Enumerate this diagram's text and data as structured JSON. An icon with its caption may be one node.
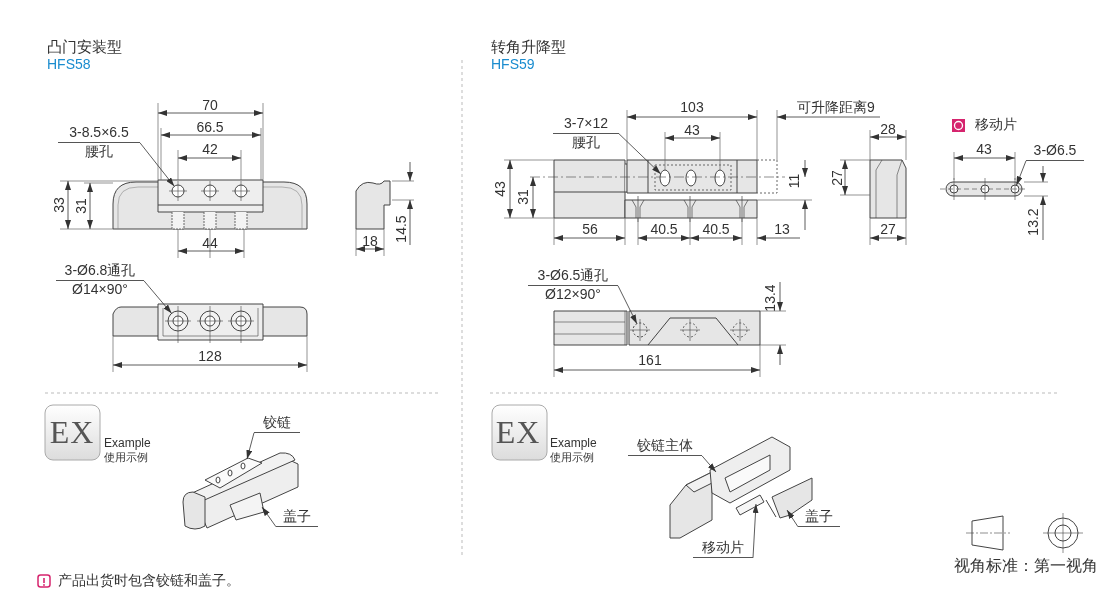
{
  "diagram": {
    "nodes": [
      {
        "text": [
          "3-8.5×6.5",
          "腰孔"
        ]
      },
      {
        "text": [
          "3-Ø6.8通孔",
          "Ø14×90°"
        ]
      },
      {
        "text": [
          "3-7×12",
          "腰孔"
        ]
      },
      {
        "text": [
          "3-Ø6.5通孔",
          "Ø12×90°"
        ]
      },
      {
        "text": [
          "3-Ø6.5"
        ]
      },
      {
        "text": [
          "铰链"
        ]
      },
      {
        "text": [
          "盖子"
        ]
      },
      {
        "text": [
          "铰链主体"
        ]
      },
      {
        "text": [
          "盖子"
        ]
      },
      {
        "text": [
          "移动片"
        ]
      },
      {
        "text": [],
        "shape": "circle"
      },
      {
        "text": [],
        "shape": "circle"
      },
      {
        "text": [],
        "shape": "circle"
      },
      {
        "text": [],
        "shape": "circle"
      },
      {
        "text": [],
        "shape": "circle"
      },
      {
        "text": [],
        "shape": "picture"
      },
      {
        "text": [],
        "shape": "picture"
      },
      {
        "text": [],
        "shape": "picture"
      },
      {
        "text": [],
        "shape": "picture"
      },
      {
        "text": [],
        "shape": "picture"
      }
    ],
    "edges": [
      {
        "from": 0,
        "to": 10,
        "arrow": "to"
      },
      {
        "from": 1,
        "to": 11,
        "arrow": "to"
      },
      {
        "from": 2,
        "to": 12,
        "arrow": "to"
      },
      {
        "from": 3,
        "to": 13,
        "arrow": "to"
      },
      {
        "from": 4,
        "to": 14,
        "arrow": "to"
      },
      {
        "from": 5,
        "to": 15,
        "arrow": "to"
      },
      {
        "from": 6,
        "to": 16,
        "arrow": "to"
      },
      {
        "from": 7,
        "to": 17,
        "arrow": "to"
      },
      {
        "from": 8,
        "to": 18,
        "arrow": "to"
      },
      {
        "from": 9,
        "to": 19,
        "arrow": "to"
      }
    ],
    "labels": [
      "凸门安装型",
      "HFS58",
      "70",
      "66.5",
      "42",
      "33",
      "31",
      "44",
      "18",
      "14.5",
      "128",
      "转角升降型",
      "HFS59",
      "103",
      "可升降距离9",
      "43",
      "43",
      "31",
      "11",
      "56",
      "40.5",
      "40.5",
      "13",
      "28",
      "27",
      "27",
      "移动片",
      "43",
      "13.2",
      "13.4",
      "161",
      "EX",
      "Example",
      "使用示例",
      "EX",
      "Example",
      "使用示例",
      "产品出货时包含铰链和盖子。",
      "视角标准：第一视角"
    ]
  }
}
